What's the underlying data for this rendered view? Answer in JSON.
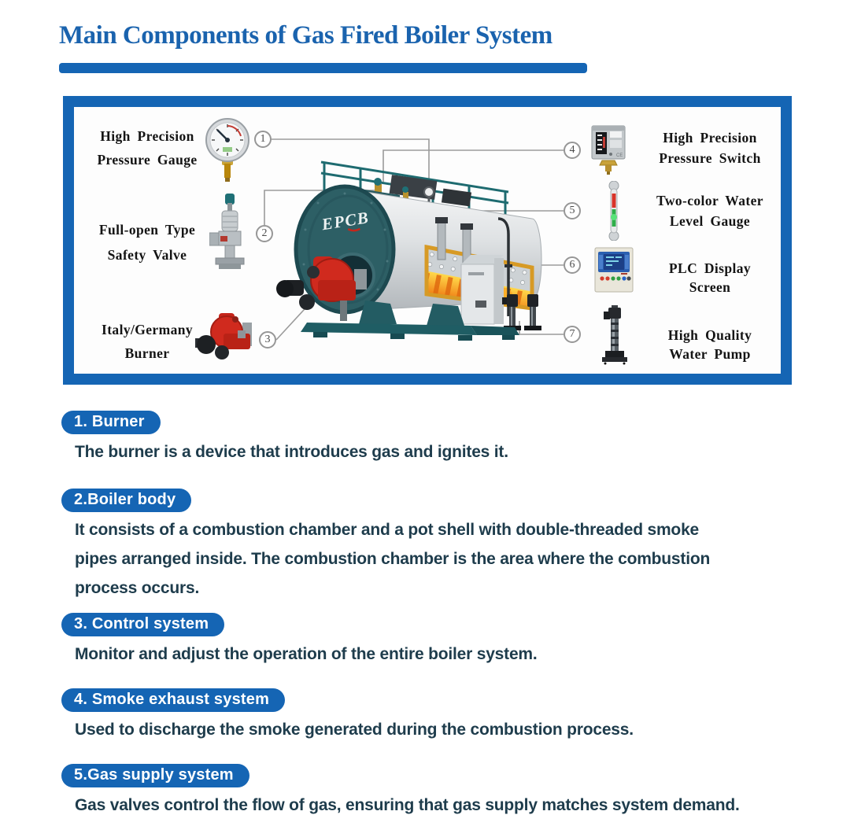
{
  "title": "Main Components of Gas Fired Boiler System",
  "diagram": {
    "brand": "EPCB",
    "callouts": [
      {
        "num": "1",
        "label_lines": [
          "High Precision",
          "Pressure Gauge"
        ]
      },
      {
        "num": "2",
        "label_lines": [
          "Full-open Type",
          "Safety Valve"
        ]
      },
      {
        "num": "3",
        "label_lines": [
          "Italy/Germany",
          "Burner"
        ]
      },
      {
        "num": "4",
        "label_lines": [
          "High Precision",
          "Pressure Switch"
        ]
      },
      {
        "num": "5",
        "label_lines": [
          "Two-color Water",
          "Level Gauge"
        ]
      },
      {
        "num": "6",
        "label_lines": [
          "PLC Display",
          "Screen"
        ]
      },
      {
        "num": "7",
        "label_lines": [
          "High Quality",
          "Water Pump"
        ]
      }
    ]
  },
  "sections": [
    {
      "badge": "1. Burner",
      "text": "The burner is a device that introduces gas and ignites it."
    },
    {
      "badge": "2.Boiler body",
      "text": "It consists of a combustion chamber and a pot shell with double-threaded smoke\npipes arranged inside. The combustion chamber is the area where the combustion\nprocess occurs."
    },
    {
      "badge": "3. Control system",
      "text": "Monitor and adjust the operation of the entire boiler system."
    },
    {
      "badge": "4. Smoke exhaust system",
      "text": "Used to discharge the smoke generated during the combustion process."
    },
    {
      "badge": "5.Gas supply system",
      "text": "Gas valves control the flow of gas, ensuring that gas supply matches system demand."
    }
  ],
  "colors": {
    "accent_blue": "#1565b4",
    "title_blue": "#1a63ae",
    "body_text": "#1e3c4c",
    "boiler_teal": "#2d5f65",
    "burner_red": "#d02a1e",
    "callout_line": "#9b9b9b"
  }
}
